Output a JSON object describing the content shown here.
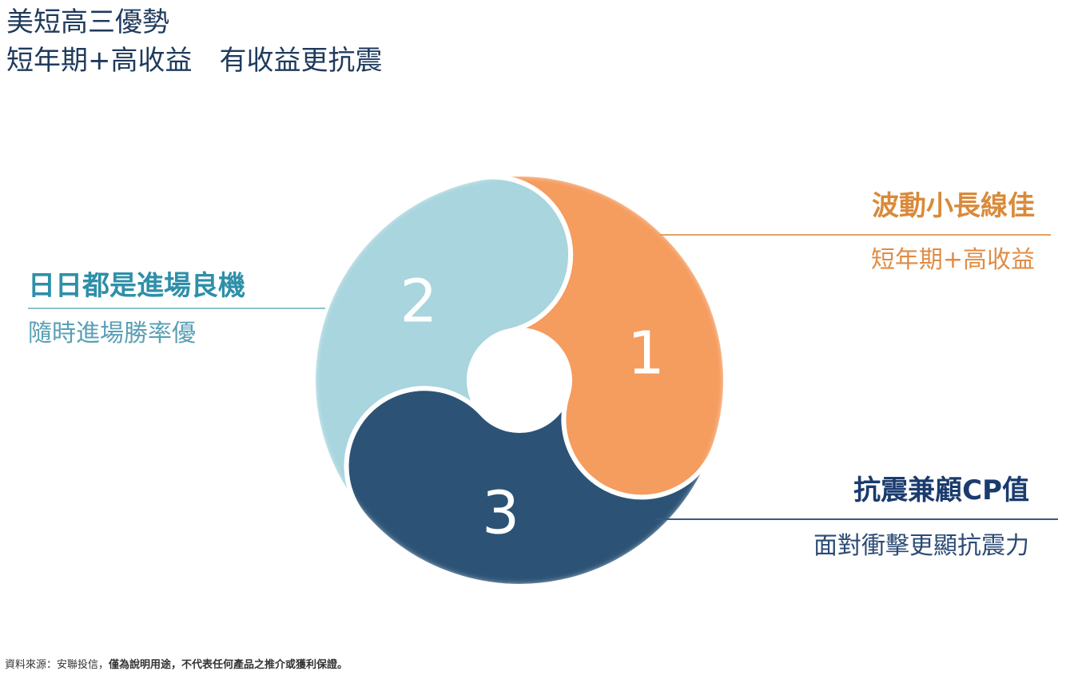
{
  "title": {
    "line1": "美短高三優勢",
    "line2": "短年期+高收益　有收益更抗震"
  },
  "segments": [
    {
      "number": "1",
      "heading": "波動小長線佳",
      "sub": "短年期+高收益",
      "color": "#f59c5f"
    },
    {
      "number": "2",
      "heading": "日日都是進場良機",
      "sub": "隨時進場勝率優",
      "color": "#a8d5de"
    },
    {
      "number": "3",
      "heading": "抗震兼顧CP值",
      "sub": "面對衝擊更顯抗震力",
      "color": "#2c5376"
    }
  ],
  "footnote": {
    "source": "資料來源：安聯投信，",
    "disclaimer": "僅為說明用途，不代表任何產品之推介或獲利保證。"
  }
}
